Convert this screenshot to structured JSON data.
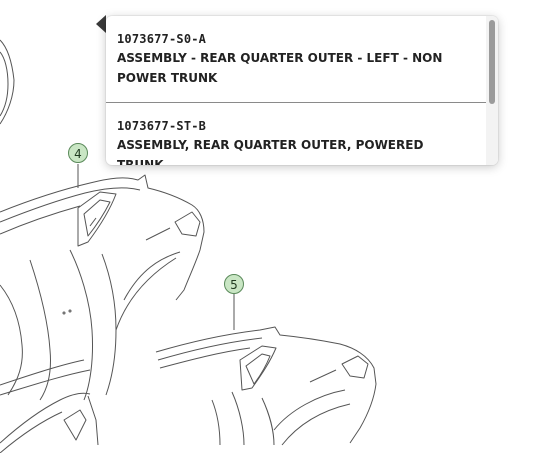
{
  "callouts": [
    {
      "label": "4"
    },
    {
      "label": "5"
    }
  ],
  "popup": {
    "items": [
      {
        "part_number": "1073677-S0-A",
        "description": "ASSEMBLY - REAR QUARTER OUTER - LEFT - NON POWER TRUNK"
      },
      {
        "part_number": "1073677-ST-B",
        "description": "ASSEMBLY, REAR QUARTER OUTER, POWERED TRUNK,"
      }
    ]
  },
  "colors": {
    "callout_fill": "#c9e6c4",
    "callout_border": "#5a8a5a"
  }
}
